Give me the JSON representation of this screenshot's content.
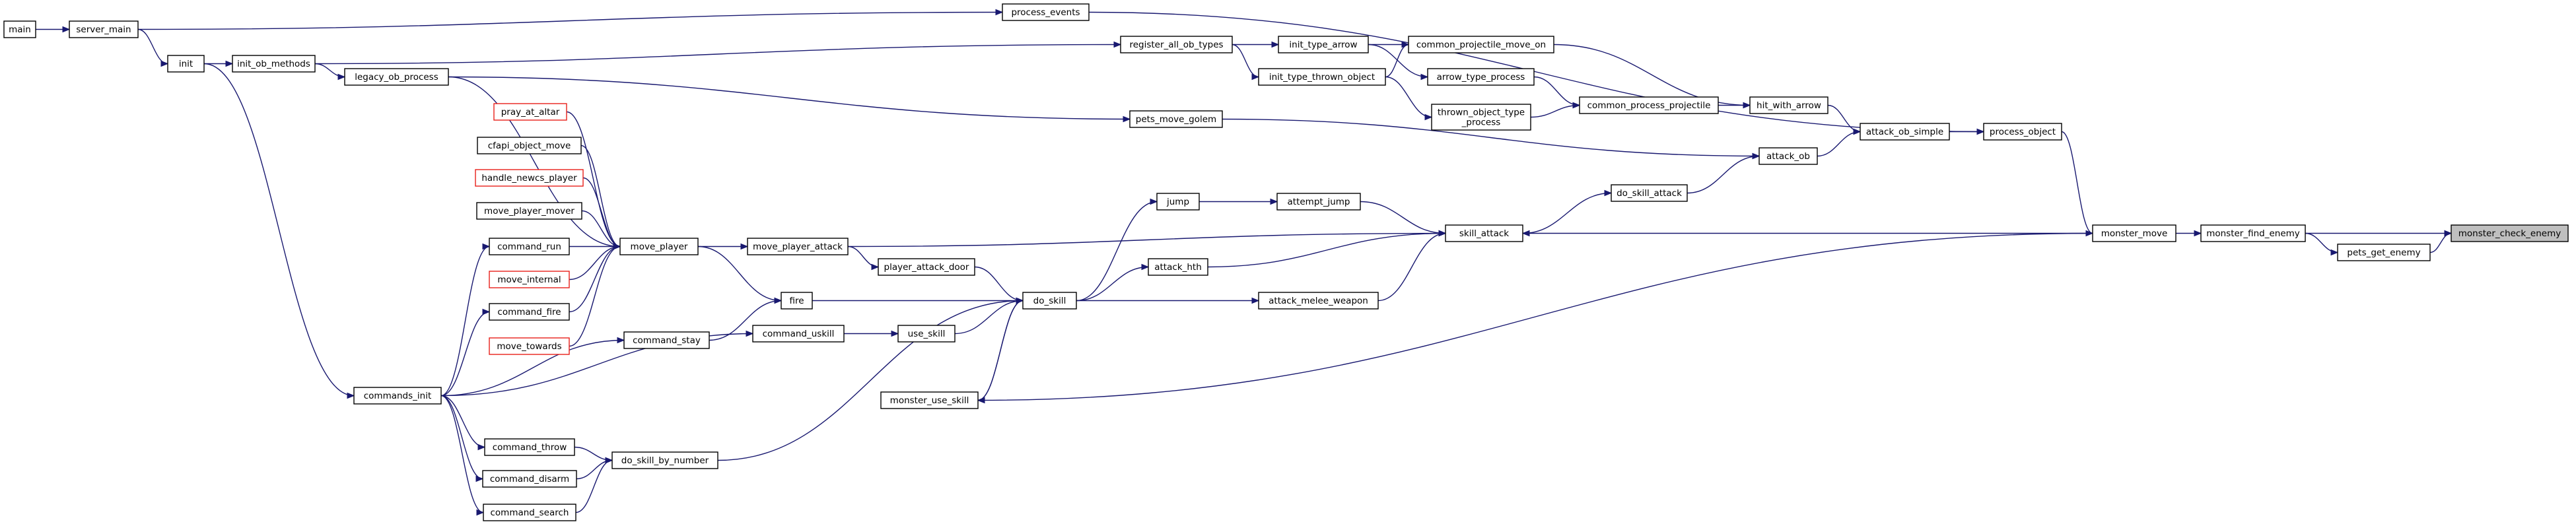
{
  "title": "monster_check_enemy caller graph",
  "colors": {
    "edge": "#191970",
    "border": "#000000",
    "missing_border": "#e8201a",
    "root_fill": "#bfbfbf"
  },
  "nodes": [
    {
      "id": "main",
      "label": "main"
    },
    {
      "id": "server_main",
      "label": "server_main"
    },
    {
      "id": "init",
      "label": "init"
    },
    {
      "id": "init_ob_methods",
      "label": "init_ob_methods"
    },
    {
      "id": "legacy_ob_process",
      "label": "legacy_ob_process"
    },
    {
      "id": "process_events",
      "label": "process_events"
    },
    {
      "id": "register_all_ob_types",
      "label": "register_all_ob_types"
    },
    {
      "id": "init_type_arrow",
      "label": "init_type_arrow"
    },
    {
      "id": "init_type_thrown_object",
      "label": "init_type_thrown_object"
    },
    {
      "id": "common_projectile_move_on",
      "label": "common_projectile_move_on"
    },
    {
      "id": "arrow_type_process",
      "label": "arrow_type_process"
    },
    {
      "id": "thrown_object_type_process",
      "label": "thrown_object_type\n_process"
    },
    {
      "id": "common_process_projectile",
      "label": "common_process_projectile"
    },
    {
      "id": "hit_with_arrow",
      "label": "hit_with_arrow"
    },
    {
      "id": "attack_ob_simple",
      "label": "attack_ob_simple"
    },
    {
      "id": "process_object",
      "label": "process_object"
    },
    {
      "id": "attack_ob",
      "label": "attack_ob"
    },
    {
      "id": "pets_move_golem",
      "label": "pets_move_golem"
    },
    {
      "id": "do_skill_attack",
      "label": "do_skill_attack"
    },
    {
      "id": "pray_at_altar",
      "label": "pray_at_altar",
      "missing": true
    },
    {
      "id": "cfapi_object_move",
      "label": "cfapi_object_move"
    },
    {
      "id": "handle_newcs_player",
      "label": "handle_newcs_player",
      "missing": true
    },
    {
      "id": "move_player_mover",
      "label": "move_player_mover"
    },
    {
      "id": "move_player",
      "label": "move_player"
    },
    {
      "id": "move_player_attack",
      "label": "move_player_attack"
    },
    {
      "id": "command_run",
      "label": "command_run"
    },
    {
      "id": "move_internal",
      "label": "move_internal",
      "missing": true
    },
    {
      "id": "command_fire",
      "label": "command_fire"
    },
    {
      "id": "move_towards",
      "label": "move_towards",
      "missing": true
    },
    {
      "id": "command_stay",
      "label": "command_stay"
    },
    {
      "id": "commands_init",
      "label": "commands_init"
    },
    {
      "id": "fire",
      "label": "fire"
    },
    {
      "id": "command_uskill",
      "label": "command_uskill"
    },
    {
      "id": "use_skill",
      "label": "use_skill"
    },
    {
      "id": "player_attack_door",
      "label": "player_attack_door"
    },
    {
      "id": "do_skill",
      "label": "do_skill"
    },
    {
      "id": "jump",
      "label": "jump"
    },
    {
      "id": "attempt_jump",
      "label": "attempt_jump"
    },
    {
      "id": "attack_hth",
      "label": "attack_hth"
    },
    {
      "id": "attack_melee_weapon",
      "label": "attack_melee_weapon"
    },
    {
      "id": "skill_attack",
      "label": "skill_attack"
    },
    {
      "id": "monster_use_skill",
      "label": "monster_use_skill"
    },
    {
      "id": "command_throw",
      "label": "command_throw"
    },
    {
      "id": "do_skill_by_number",
      "label": "do_skill_by_number"
    },
    {
      "id": "command_disarm",
      "label": "command_disarm"
    },
    {
      "id": "command_search",
      "label": "command_search"
    },
    {
      "id": "monster_move",
      "label": "monster_move"
    },
    {
      "id": "monster_find_enemy",
      "label": "monster_find_enemy"
    },
    {
      "id": "pets_get_enemy",
      "label": "pets_get_enemy"
    },
    {
      "id": "monster_check_enemy",
      "label": "monster_check_enemy",
      "root": true
    }
  ],
  "edges": [
    [
      "main",
      "server_main"
    ],
    [
      "server_main",
      "init"
    ],
    [
      "server_main",
      "process_events"
    ],
    [
      "init",
      "init_ob_methods"
    ],
    [
      "init",
      "commands_init"
    ],
    [
      "init_ob_methods",
      "legacy_ob_process"
    ],
    [
      "init_ob_methods",
      "register_all_ob_types"
    ],
    [
      "legacy_ob_process",
      "pets_move_golem"
    ],
    [
      "legacy_ob_process",
      "move_player"
    ],
    [
      "register_all_ob_types",
      "init_type_arrow"
    ],
    [
      "register_all_ob_types",
      "init_type_thrown_object"
    ],
    [
      "init_type_arrow",
      "common_projectile_move_on"
    ],
    [
      "init_type_arrow",
      "arrow_type_process"
    ],
    [
      "init_type_thrown_object",
      "common_projectile_move_on"
    ],
    [
      "init_type_thrown_object",
      "thrown_object_type_process"
    ],
    [
      "common_projectile_move_on",
      "hit_with_arrow"
    ],
    [
      "arrow_type_process",
      "common_process_projectile"
    ],
    [
      "thrown_object_type_process",
      "common_process_projectile"
    ],
    [
      "common_process_projectile",
      "hit_with_arrow"
    ],
    [
      "hit_with_arrow",
      "attack_ob_simple"
    ],
    [
      "attack_ob",
      "attack_ob_simple"
    ],
    [
      "attack_ob_simple",
      "process_object"
    ],
    [
      "process_events",
      "process_object"
    ],
    [
      "process_object",
      "monster_move"
    ],
    [
      "pets_move_golem",
      "attack_ob"
    ],
    [
      "do_skill_attack",
      "attack_ob"
    ],
    [
      "skill_attack",
      "do_skill_attack"
    ],
    [
      "pray_at_altar",
      "move_player"
    ],
    [
      "cfapi_object_move",
      "move_player"
    ],
    [
      "handle_newcs_player",
      "move_player"
    ],
    [
      "move_player_mover",
      "move_player"
    ],
    [
      "command_run",
      "move_player"
    ],
    [
      "move_internal",
      "move_player"
    ],
    [
      "command_fire",
      "move_player"
    ],
    [
      "move_towards",
      "move_player"
    ],
    [
      "move_player",
      "move_player_attack"
    ],
    [
      "move_player",
      "fire"
    ],
    [
      "commands_init",
      "command_run"
    ],
    [
      "commands_init",
      "command_fire"
    ],
    [
      "commands_init",
      "command_stay"
    ],
    [
      "commands_init",
      "command_uskill"
    ],
    [
      "commands_init",
      "command_throw"
    ],
    [
      "commands_init",
      "command_disarm"
    ],
    [
      "commands_init",
      "command_search"
    ],
    [
      "command_stay",
      "fire"
    ],
    [
      "fire",
      "do_skill"
    ],
    [
      "command_uskill",
      "use_skill"
    ],
    [
      "use_skill",
      "do_skill"
    ],
    [
      "move_player_attack",
      "player_attack_door"
    ],
    [
      "move_player_attack",
      "skill_attack"
    ],
    [
      "player_attack_door",
      "do_skill"
    ],
    [
      "do_skill_by_number",
      "do_skill"
    ],
    [
      "monster_use_skill",
      "do_skill"
    ],
    [
      "do_skill",
      "monster_use_skill"
    ],
    [
      "do_skill",
      "jump"
    ],
    [
      "do_skill",
      "attack_hth"
    ],
    [
      "do_skill",
      "attack_melee_weapon"
    ],
    [
      "jump",
      "attempt_jump"
    ],
    [
      "attempt_jump",
      "skill_attack"
    ],
    [
      "attack_hth",
      "skill_attack"
    ],
    [
      "attack_melee_weapon",
      "skill_attack"
    ],
    [
      "monster_move",
      "skill_attack"
    ],
    [
      "monster_move",
      "monster_use_skill"
    ],
    [
      "command_throw",
      "do_skill_by_number"
    ],
    [
      "command_disarm",
      "do_skill_by_number"
    ],
    [
      "command_search",
      "do_skill_by_number"
    ],
    [
      "monster_move",
      "monster_find_enemy"
    ],
    [
      "monster_find_enemy",
      "pets_get_enemy"
    ],
    [
      "monster_find_enemy",
      "monster_check_enemy"
    ],
    [
      "pets_get_enemy",
      "monster_check_enemy"
    ]
  ]
}
